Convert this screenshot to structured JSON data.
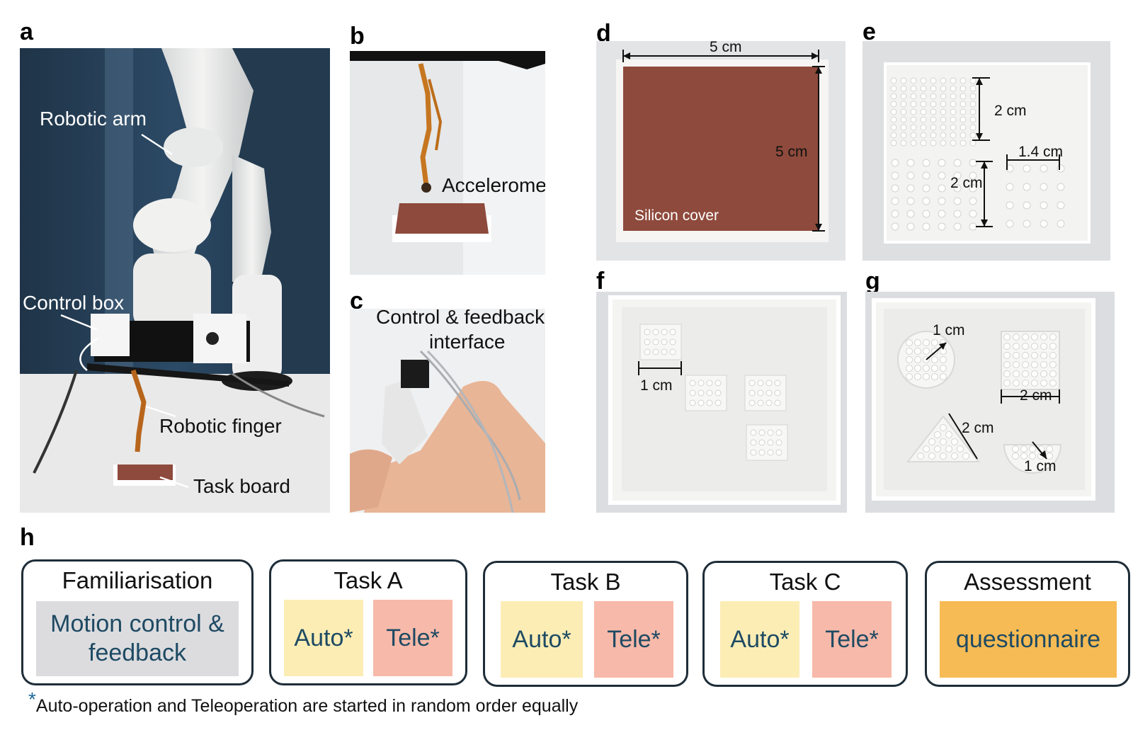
{
  "panels": {
    "a": {
      "letter": "a",
      "labels": {
        "arm": "Robotic arm",
        "box": "Control box",
        "finger": "Robotic finger",
        "board": "Task board"
      }
    },
    "b": {
      "letter": "b",
      "labels": {
        "accel": "Accelerometer"
      }
    },
    "c": {
      "letter": "c",
      "labels": {
        "iface_l1": "Control & feedback",
        "iface_l2": "interface"
      }
    },
    "d": {
      "letter": "d",
      "labels": {
        "width": "5 cm",
        "height": "5 cm",
        "cover": "Silicon cover"
      }
    },
    "e": {
      "letter": "e",
      "labels": {
        "d1": "2 cm",
        "d2": "1.4 cm",
        "d3": "2 cm"
      }
    },
    "f": {
      "letter": "f",
      "labels": {
        "d1": "1 cm"
      }
    },
    "g": {
      "letter": "g",
      "labels": {
        "d1": "1 cm",
        "d2": "2 cm",
        "d3": "2 cm",
        "d4": "1 cm"
      }
    },
    "h": {
      "letter": "h"
    }
  },
  "workflow": [
    {
      "title": "Familiarisation",
      "cells": [
        {
          "text": "Motion control & feedback",
          "color": "#dcdcdf"
        }
      ]
    },
    {
      "title": "Task A",
      "cells": [
        {
          "text": "Auto*",
          "color": "#fcedb5"
        },
        {
          "text": "Tele*",
          "color": "#f7b9a9"
        }
      ]
    },
    {
      "title": "Task B",
      "cells": [
        {
          "text": "Auto*",
          "color": "#fcedb5"
        },
        {
          "text": "Tele*",
          "color": "#f7b9a9"
        }
      ]
    },
    {
      "title": "Task C",
      "cells": [
        {
          "text": "Auto*",
          "color": "#fcedb5"
        },
        {
          "text": "Tele*",
          "color": "#f7b9a9"
        }
      ]
    },
    {
      "title": "Assessment",
      "cells": [
        {
          "text": "questionnaire",
          "color": "#f6bb54"
        }
      ]
    }
  ],
  "footnote": {
    "star": "*",
    "text": "Auto-operation and Teleoperation are started in random order equally"
  },
  "colors": {
    "box_border": "#1e2d38",
    "cell_text": "#1e4a63",
    "silicon": "#8e4a3c"
  }
}
